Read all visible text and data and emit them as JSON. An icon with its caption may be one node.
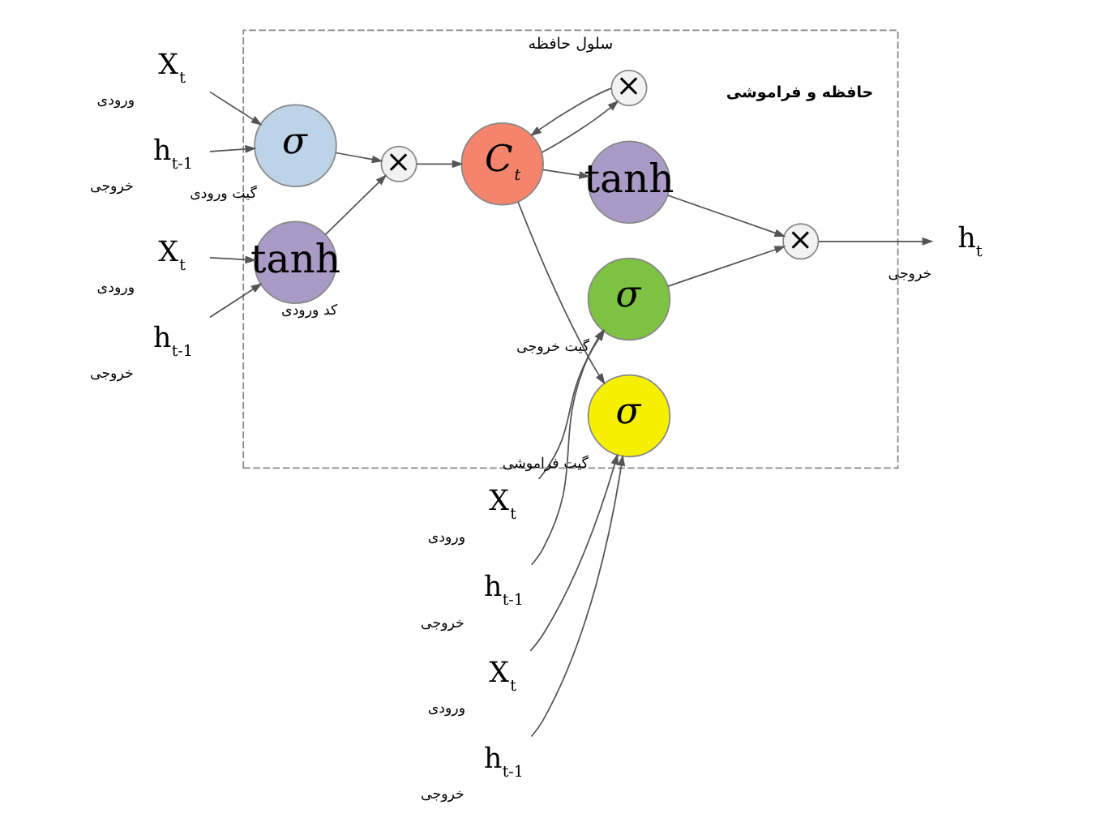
{
  "diagram": {
    "nodes": [
      {
        "text": [
          "سلول حافظه"
        ]
      },
      {
        "text": [
          "X$_{t}$"
        ],
        "beside": [
          "ورودی"
        ]
      },
      {
        "text": [
          "h$_{t-1}$"
        ],
        "beside": [
          "خروجی"
        ]
      },
      {
        "text": [
          "X$_{t}$"
        ],
        "beside": [
          "ورودی"
        ]
      },
      {
        "text": [
          "h$_{t-1}$"
        ],
        "beside": [
          "خروجی"
        ]
      },
      {
        "text": [
          "σ"
        ],
        "in": 0,
        "beside": [
          "گیت ورودی"
        ]
      },
      {
        "text": [
          "σ"
        ],
        "in": 0,
        "beside": [
          "گیت خروجی"
        ]
      },
      {
        "text": [
          "X$_{t}$"
        ],
        "beside": [
          "ورودی"
        ]
      },
      {
        "text": [
          "h$_{t-1}$"
        ],
        "beside": [
          "خروجی"
        ]
      },
      {
        "text": [
          "tanh"
        ],
        "in": 0,
        "beside": [
          "کد ورودی"
        ]
      },
      {
        "text": [
          "×"
        ],
        "in": 0
      },
      {
        "text": [
          "C$_{t}$"
        ],
        "in": 0
      },
      {
        "text": [
          "tanh"
        ],
        "in": 0
      },
      {
        "text": [
          "×"
        ],
        "in": 0
      },
      {
        "text": [
          "h$_{t}$"
        ],
        "beside": [
          "خروجی"
        ]
      },
      {
        "text": [
          "×"
        ],
        "in": 0
      },
      {
        "text": [
          "σ"
        ],
        "in": 0,
        "beside": [
          "گیت فراموشی"
        ]
      },
      {
        "text": [
          "X$_{t}$"
        ],
        "beside": [
          "ورودی"
        ]
      },
      {
        "text": [
          "h$_{t-1}$"
        ],
        "beside": [
          "خروجی"
        ]
      }
    ],
    "edges": [
      {
        "from": 1,
        "to": 5,
        "arrow": "to"
      },
      {
        "from": 2,
        "to": 5,
        "arrow": "to"
      },
      {
        "from": 3,
        "to": 6,
        "arrow": "to"
      },
      {
        "from": 4,
        "to": 6,
        "arrow": "to"
      },
      {
        "from": 7,
        "to": 9,
        "arrow": "to"
      },
      {
        "from": 8,
        "to": 9,
        "arrow": "to"
      },
      {
        "from": 9,
        "to": 10,
        "arrow": "to"
      },
      {
        "from": 5,
        "to": 10,
        "arrow": "to"
      },
      {
        "from": 10,
        "to": 11,
        "arrow": "to"
      },
      {
        "from": 11,
        "to": 12,
        "arrow": "to"
      },
      {
        "from": 12,
        "to": 13,
        "arrow": "to"
      },
      {
        "from": 6,
        "to": 13,
        "arrow": "to"
      },
      {
        "from": 13,
        "to": 14,
        "arrow": "to"
      },
      {
        "from": 11,
        "to": 15,
        "arrow": "to"
      },
      {
        "from": 15,
        "to": 11,
        "arrow": "to"
      },
      {
        "from": 11,
        "to": 16,
        "arrow": "to"
      },
      {
        "from": 17,
        "to": 16,
        "arrow": "to"
      },
      {
        "from": 18,
        "to": 16,
        "arrow": "to"
      }
    ],
    "labels": [
      "حافظه و فراموشی"
    ]
  }
}
